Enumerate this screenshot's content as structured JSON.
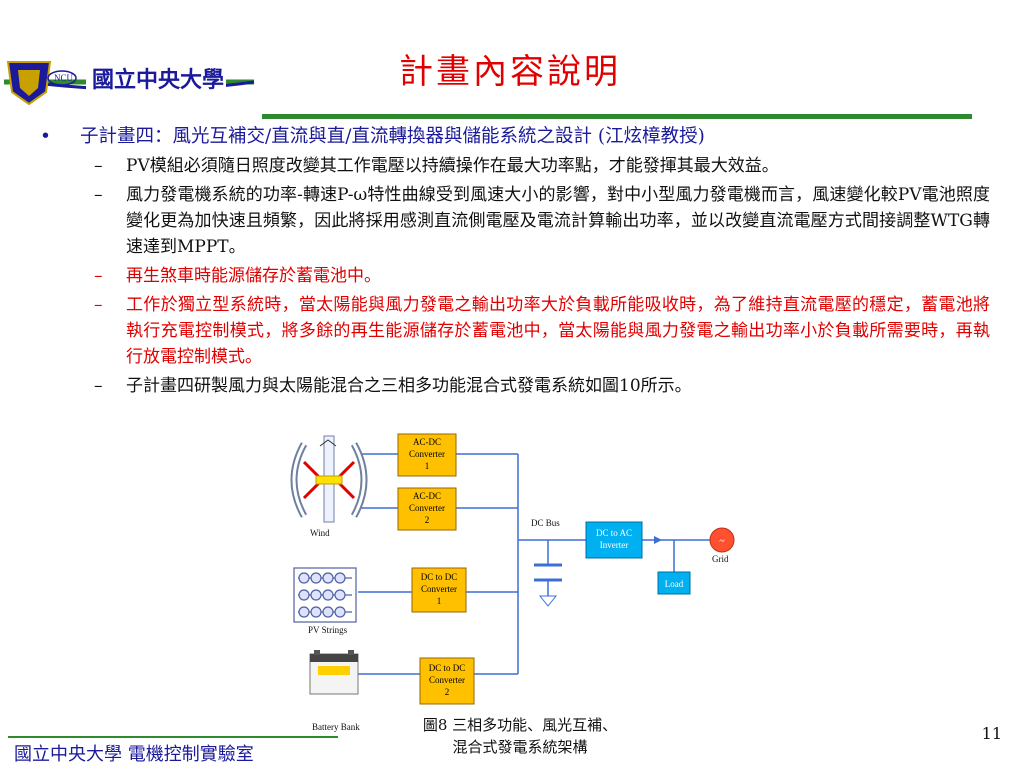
{
  "header": {
    "title": "計畫內容說明",
    "logo_text": "國立中央大學",
    "logo_seal_text": "NCU"
  },
  "bullet": {
    "label": "子計畫四：風光互補交/直流與直/直流轉換器與儲能系統之設計 (江炫樟教授)",
    "items": [
      {
        "text": "PV模組必須隨日照度改變其工作電壓以持續操作在最大功率點，才能發揮其最大效益。",
        "color": "#111111"
      },
      {
        "text": "風力發電機系統的功率-轉速P-ω特性曲線受到風速大小的影響，對中小型風力發電機而言，風速變化較PV電池照度變化更為加快速且頻繁，因此將採用感測直流側電壓及電流計算輸出功率，並以改變直流電壓方式間接調整WTG轉速達到MPPT。",
        "color": "#111111"
      },
      {
        "text": "再生煞車時能源儲存於蓄電池中。",
        "color": "#e00000"
      },
      {
        "text": "工作於獨立型系統時，當太陽能與風力發電之輸出功率大於負載所能吸收時，為了維持直流電壓的穩定，蓄電池將執行充電控制模式，將多餘的再生能源儲存於蓄電池中，當太陽能與風力發電之輸出功率小於負載所需要時，再執行放電控制模式。",
        "color": "#e00000"
      },
      {
        "text": "子計畫四研製風力與太陽能混合之三相多功能混合式發電系統如圖10所示。",
        "color": "#111111"
      }
    ]
  },
  "diagram": {
    "acdc1": [
      "AC-DC",
      "Converter",
      "1"
    ],
    "acdc2": [
      "AC-DC",
      "Converter",
      "2"
    ],
    "dcdc1": [
      "DC to DC",
      "Converter",
      "1"
    ],
    "dcdc2": [
      "DC to DC",
      "Converter",
      "2"
    ],
    "inverter": [
      "DC to AC",
      "Inverter"
    ],
    "load": "Load",
    "wind_label": "Wind",
    "pv_label": "PV Strings",
    "battery_label": "Battery Bank",
    "dc_bus_label": "DC Bus",
    "grid_label": "Grid",
    "grid_symbol": "~",
    "box_color": "#ffc000",
    "inv_color": "#00b0f0"
  },
  "caption": {
    "line1": "圖8 三相多功能、風光互補、",
    "line2": "混合式發電系統架構"
  },
  "footer": {
    "label": "國立中央大學 電機控制實驗室",
    "page_number": "11"
  }
}
